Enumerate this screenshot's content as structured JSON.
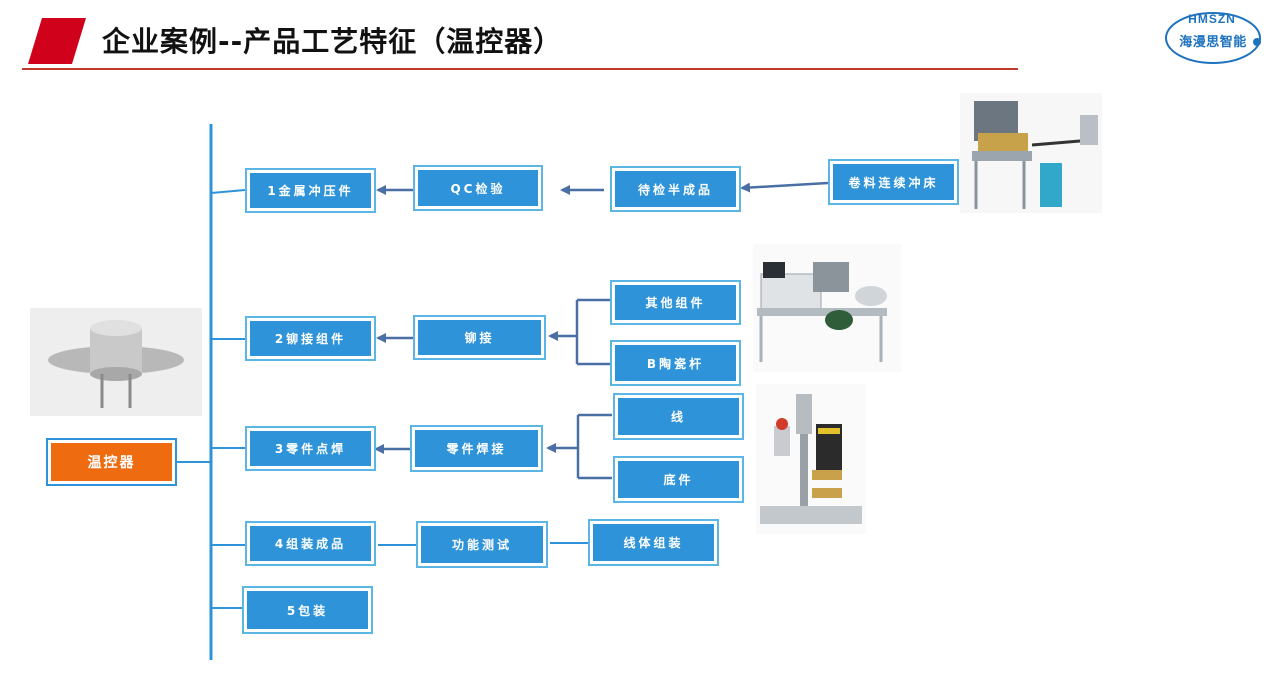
{
  "header": {
    "title": "企业案例--产品工艺特征（温控器）",
    "logo_top": "HMSZN",
    "logo_bottom": "海漫思智能"
  },
  "product": {
    "label": "温控器"
  },
  "steps": [
    {
      "label": "1金属冲压件"
    },
    {
      "label": "2铆接组件"
    },
    {
      "label": "3零件点焊"
    },
    {
      "label": "4组装成品"
    },
    {
      "label": "5包装"
    }
  ],
  "row1": {
    "qc": "QC检验",
    "semi": "待检半成品",
    "press": "卷料连续冲床"
  },
  "row2": {
    "rivet": "铆接",
    "other": "其他组件",
    "ceramic": "B陶瓷杆"
  },
  "row3": {
    "weld": "零件焊接",
    "wire": "线",
    "base": "底件"
  },
  "row4": {
    "test": "功能测试",
    "line": "线体组装"
  },
  "colors": {
    "accent": "#c0392b",
    "box_fill": "#2e93d8",
    "box_border": "#5bb6e3",
    "product_fill": "#ee6b0f",
    "line": "#2e93d8",
    "arrow": "#4a6fa5"
  }
}
